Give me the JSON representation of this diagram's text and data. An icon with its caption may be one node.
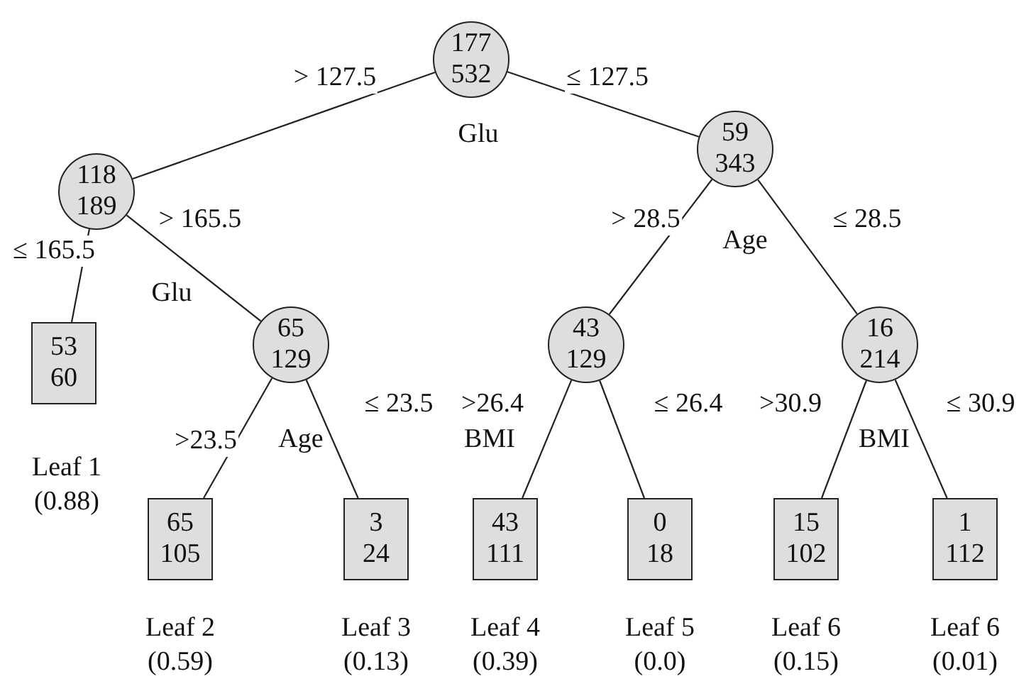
{
  "diagram": {
    "nodes": [
      {
        "text": [
          "177",
          "532"
        ],
        "beside": [
          "Glu"
        ]
      },
      {
        "text": [
          "118",
          "189"
        ],
        "beside": [
          "Glu"
        ]
      },
      {
        "text": [
          "53",
          "60"
        ],
        "beside": [
          "Leaf 1",
          "(0.88)"
        ]
      },
      {
        "text": [
          "65",
          "129"
        ],
        "beside": [
          "Age"
        ]
      },
      {
        "text": [
          "65",
          "105"
        ],
        "beside": [
          "Leaf 2",
          "(0.59)"
        ]
      },
      {
        "text": [
          "3",
          "24"
        ],
        "beside": [
          "Leaf 3",
          "(0.13)"
        ]
      },
      {
        "text": [
          "59",
          "343"
        ],
        "beside": [
          "Age"
        ]
      },
      {
        "text": [
          "43",
          "129"
        ],
        "beside": [
          "BMI"
        ]
      },
      {
        "text": [
          "16",
          "214"
        ],
        "beside": [
          "BMI"
        ]
      },
      {
        "text": [
          "43",
          "111"
        ],
        "beside": [
          "Leaf 4",
          "(0.39)"
        ]
      },
      {
        "text": [
          "0",
          "18"
        ],
        "beside": [
          "Leaf 5",
          "(0.0)"
        ]
      },
      {
        "text": [
          "15",
          "102"
        ],
        "beside": [
          "Leaf 6",
          "(0.15)"
        ]
      },
      {
        "text": [
          "1",
          "112"
        ],
        "beside": [
          "Leaf 6",
          "(0.01)"
        ]
      }
    ],
    "edges": [
      {
        "from": 0,
        "to": 1,
        "arrow": "none",
        "label": "> 127.5"
      },
      {
        "from": 0,
        "to": 6,
        "arrow": "none",
        "label": "≤ 127.5"
      },
      {
        "from": 1,
        "to": 2,
        "arrow": "none",
        "label": "≤ 165.5"
      },
      {
        "from": 1,
        "to": 3,
        "arrow": "none",
        "label": "> 165.5"
      },
      {
        "from": 6,
        "to": 7,
        "arrow": "none",
        "label": "> 28.5"
      },
      {
        "from": 6,
        "to": 8,
        "arrow": "none",
        "label": "≤ 28.5"
      },
      {
        "from": 3,
        "to": 4,
        "arrow": "none",
        "label": ">23.5"
      },
      {
        "from": 3,
        "to": 5,
        "arrow": "none",
        "label": "≤ 23.5"
      },
      {
        "from": 7,
        "to": 9,
        "arrow": "none",
        "label": ">26.4"
      },
      {
        "from": 7,
        "to": 10,
        "arrow": "none",
        "label": "≤ 26.4"
      },
      {
        "from": 8,
        "to": 11,
        "arrow": "none",
        "label": ">30.9"
      },
      {
        "from": 8,
        "to": 12,
        "arrow": "none",
        "label": "≤ 30.9"
      }
    ]
  }
}
